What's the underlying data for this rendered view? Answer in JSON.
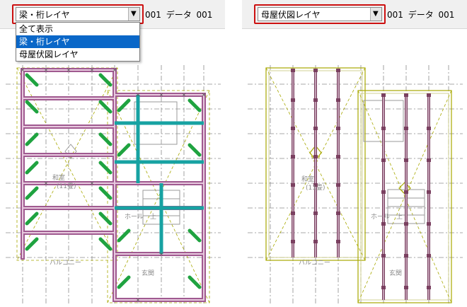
{
  "left_panel": {
    "combo_value": "梁・桁レイヤ",
    "status_text": "001 データ 001",
    "dropdown_items": [
      "全て表示",
      "梁・桁レイヤ",
      "母屋伏図レイヤ"
    ],
    "selected_item": "梁・桁レイヤ"
  },
  "right_panel": {
    "combo_value": "母屋伏図レイヤ",
    "status_text": "001 データ 001"
  },
  "room_labels": {
    "washitsu": "和室",
    "tatami": "(11畳)",
    "hall": "ホール",
    "stairs_up": "上",
    "balcony": "バルコニー",
    "entrance": "玄関"
  },
  "icons": {
    "dropdown_arrow": "▼"
  },
  "colors": {
    "highlight_box": "#cc1010",
    "beam_purple": "#a05a90",
    "brace_green": "#1fa340",
    "beam_cyan": "#17a2a2",
    "purlin_dark": "#7a4060",
    "roof_yellow": "#a8a800",
    "selection_blue": "#0a67c8"
  }
}
